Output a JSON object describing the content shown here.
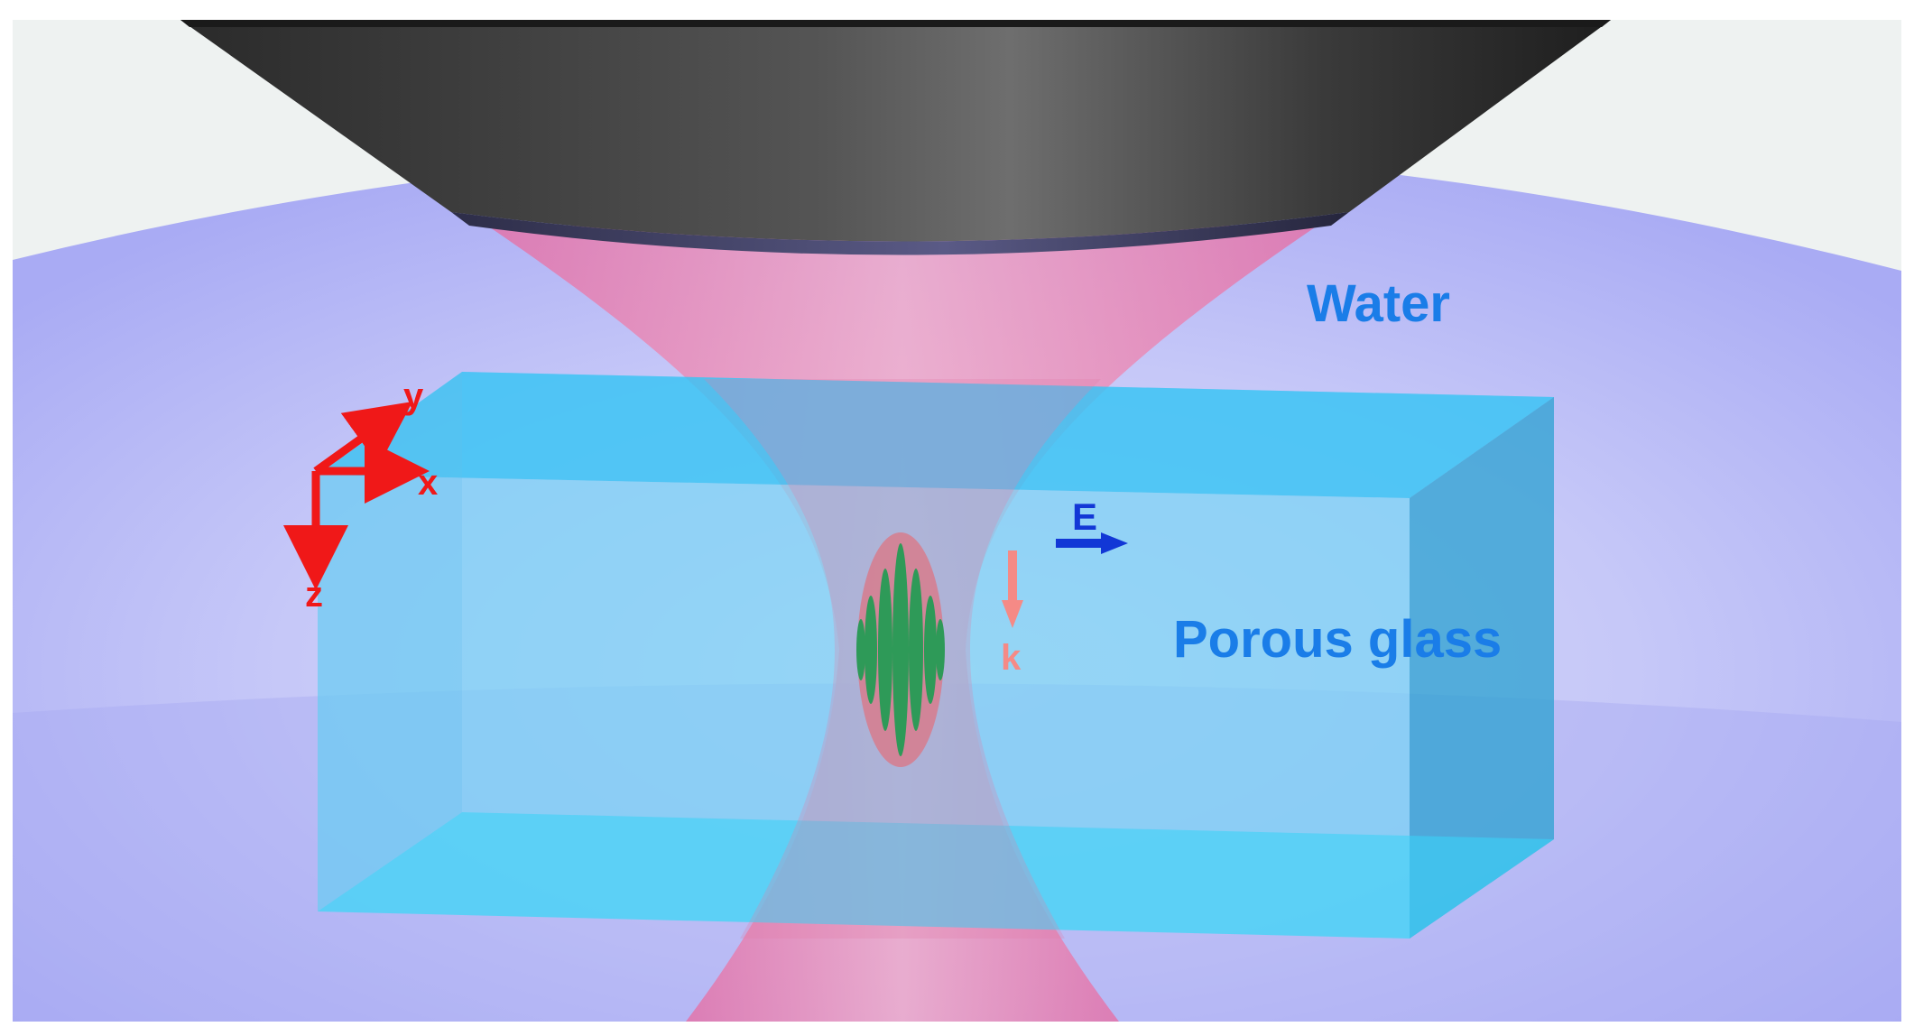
{
  "labels": {
    "water": "Water",
    "porous_glass": "Porous glass",
    "axis_x": "x",
    "axis_y": "y",
    "axis_z": "z",
    "field_e": "E",
    "wave_k": "k"
  },
  "colors": {
    "water_label": "#1a7de8",
    "glass_label": "#1a7de8",
    "axes": "#f01818",
    "field_arrow": "#1237d6",
    "k_arrow": "#f58a86",
    "beam": "#e8609a",
    "glass": "#3ec4f2",
    "droplet": "#a6a8f5",
    "objective": "#3c3c3c",
    "hologram": "#2fa060"
  },
  "icons": {
    "objective": "microscope-objective-icon",
    "fringes": "interference-fringes-icon"
  }
}
